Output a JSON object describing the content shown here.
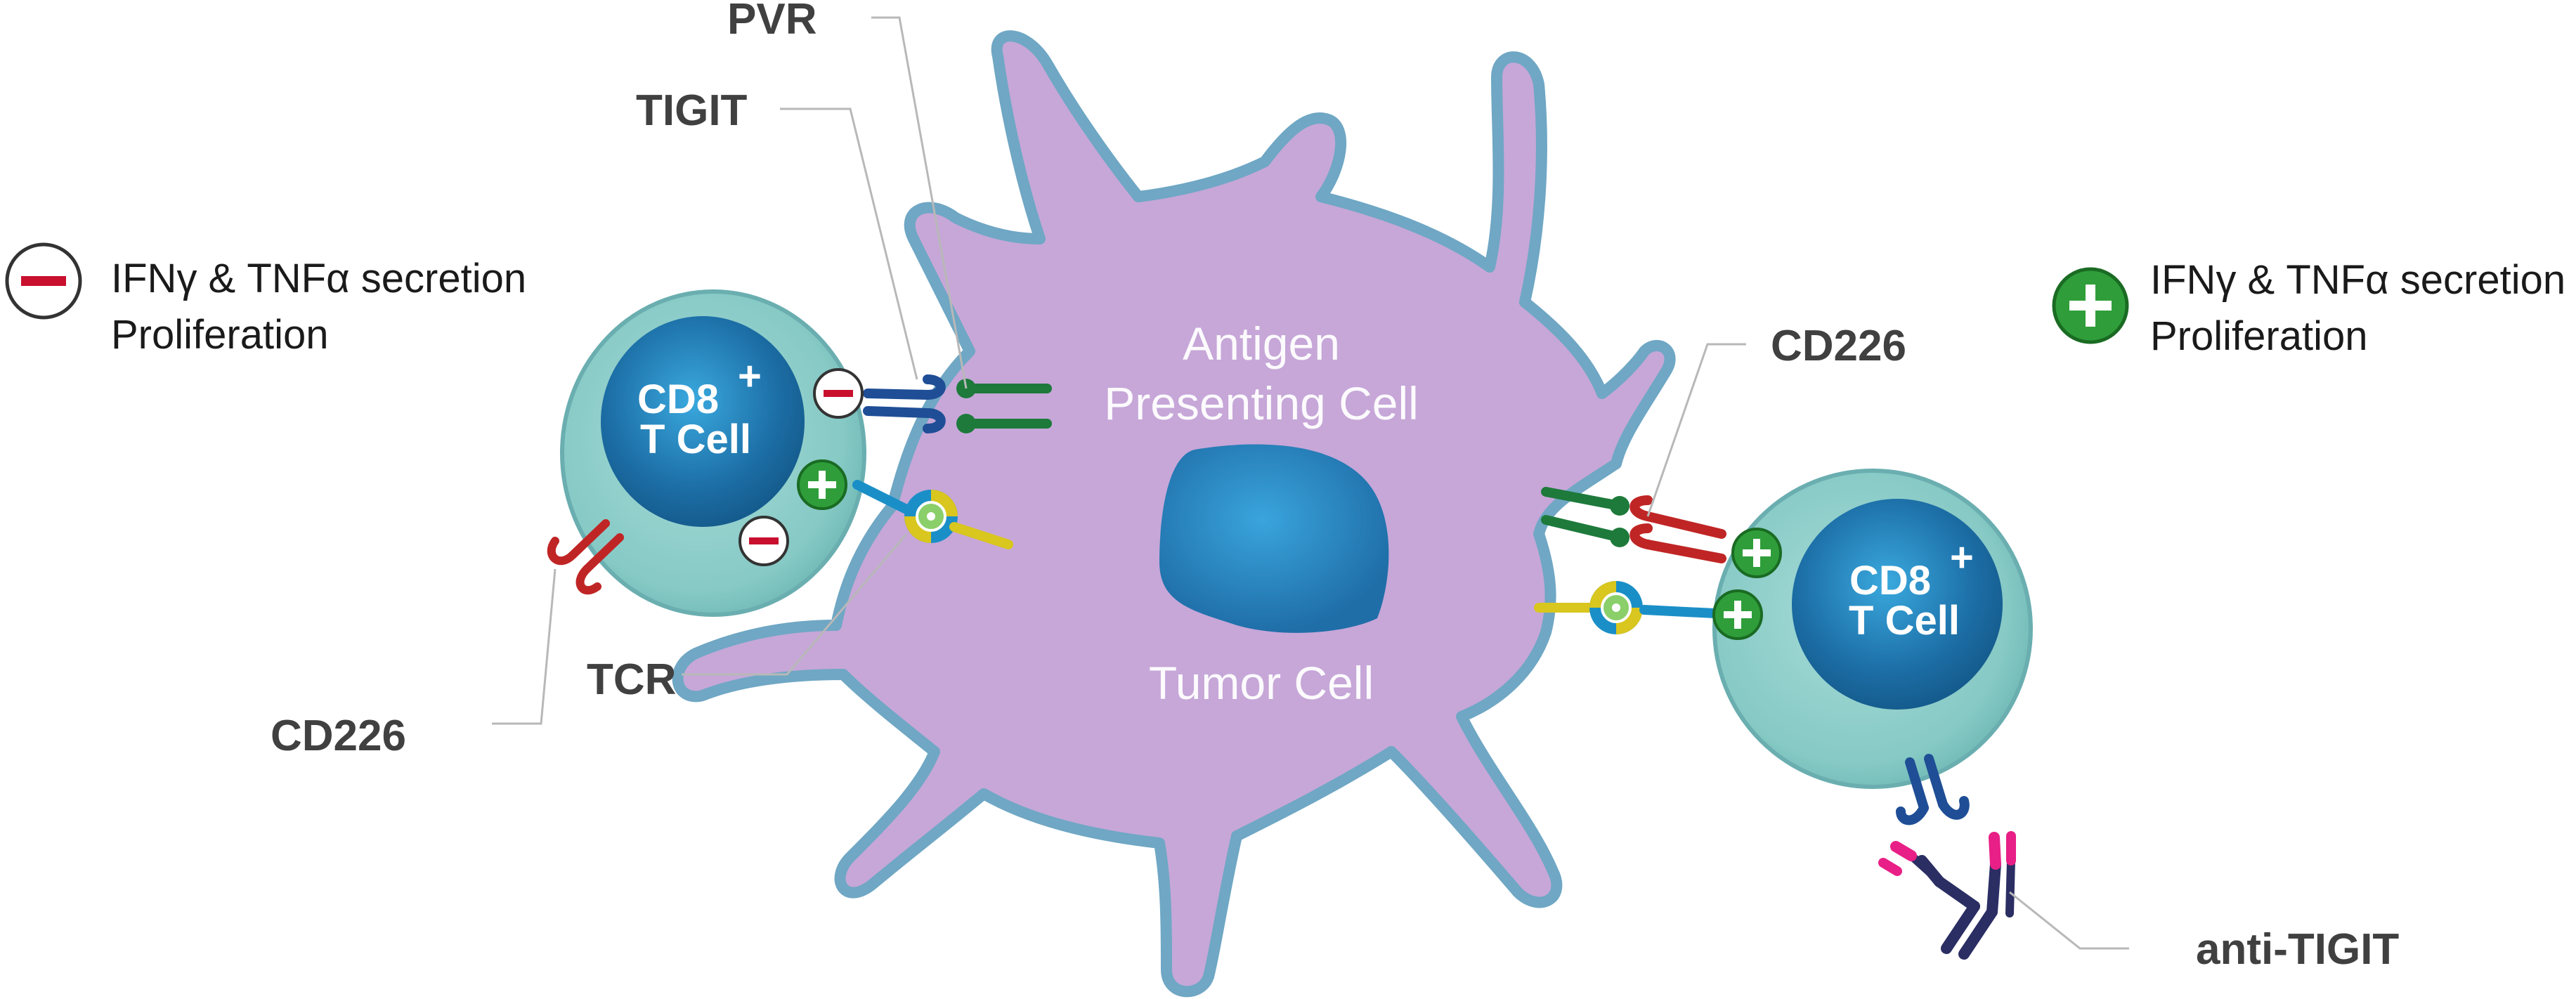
{
  "labels": {
    "pvr": "PVR",
    "tigit": "TIGIT",
    "tcr": "TCR",
    "cd226_left": "CD226",
    "cd226_right": "CD226",
    "anti_tigit": "anti-TIGIT"
  },
  "legend_left": {
    "line1_prefix": "IFN",
    "line1_suffix": " & TNF",
    "line1_end": " secretion",
    "line2": "Proliferation",
    "symbol": "minus"
  },
  "legend_right": {
    "line1_prefix": "IFN",
    "line1_suffix": " & TNF",
    "line1_end": " secretion",
    "line2": "Proliferation",
    "symbol": "plus"
  },
  "greek": {
    "gamma": "γ",
    "alpha": "α"
  },
  "left_cell": {
    "line1": "CD8",
    "sup": "+",
    "line2": "T Cell"
  },
  "right_cell": {
    "line1": "CD8",
    "sup": "+",
    "line2": "T Cell"
  },
  "apc": {
    "line1": "Antigen",
    "line2": "Presenting Cell",
    "line3": "Tumor Cell"
  },
  "colors": {
    "apc_fill": "#c6a7d8",
    "apc_outline": "#6fa7c4",
    "tcell_fill": "#8fd0cc",
    "nucleus": "#1c6ea6",
    "tigit": "#1f4e96",
    "pvr": "#1d7a3b",
    "cd226": "#c02525",
    "tcr": "#1a8fc7",
    "mhc": "#d9c61e",
    "antibody_dark": "#2a2e63",
    "antibody_pink": "#e81f86",
    "plus_green": "#2f9e3a",
    "minus_red": "#c8102e"
  }
}
